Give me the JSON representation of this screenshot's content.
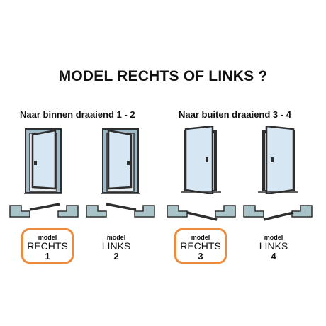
{
  "title": "MODEL RECHTS OF LINKS ?",
  "groups": [
    {
      "label": "Naar binnen draaiend 1 - 2"
    },
    {
      "label": "Naar buiten draaiend 3 - 4"
    }
  ],
  "models": [
    {
      "word": "model",
      "name": "RECHTS",
      "number": "1",
      "highlighted": true
    },
    {
      "word": "model",
      "name": "LINKS",
      "number": "2",
      "highlighted": false
    },
    {
      "word": "model",
      "name": "RECHTS",
      "number": "3",
      "highlighted": true
    },
    {
      "word": "model",
      "name": "LINKS",
      "number": "4",
      "highlighted": false
    }
  ],
  "colors": {
    "highlight": "#ee8a3a",
    "wall": "#a8c4c8",
    "glass": "#d6e6f2",
    "frame": "#2e2e2e"
  },
  "icons": [
    "door-inward-right-icon",
    "door-inward-left-icon",
    "door-outward-right-icon",
    "door-outward-left-icon",
    "floor-plan-icon"
  ]
}
